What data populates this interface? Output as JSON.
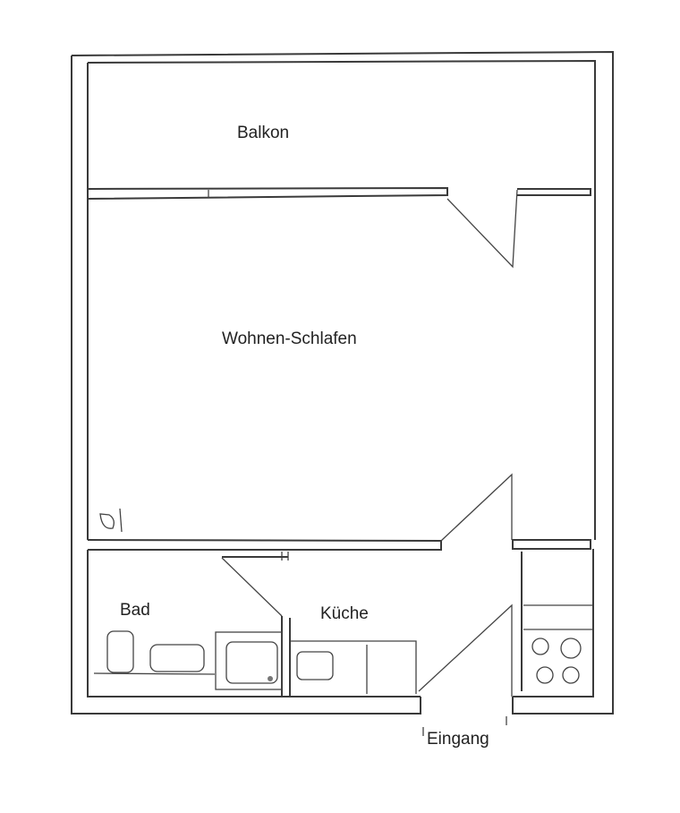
{
  "rooms": {
    "balcony": "Balkon",
    "living_sleeping": "Wohnen-Schlafen",
    "bathroom": "Bad",
    "kitchen": "Küche",
    "entrance": "Eingang"
  }
}
